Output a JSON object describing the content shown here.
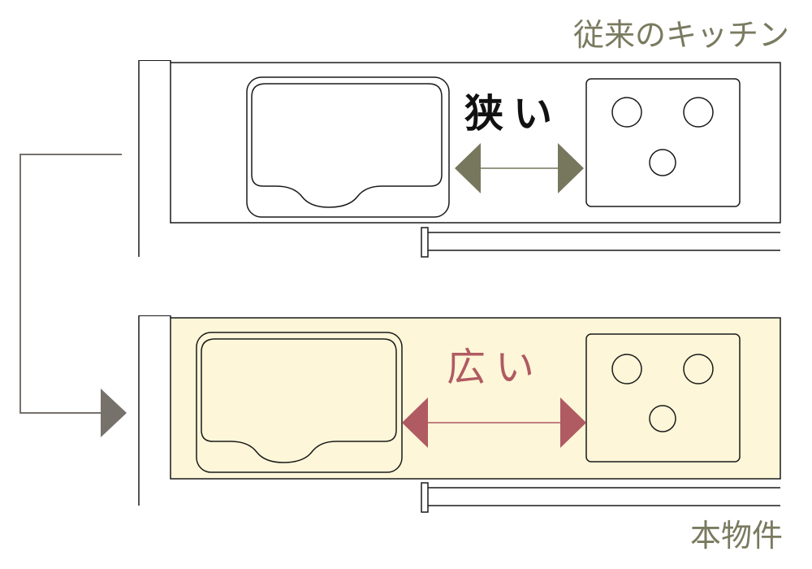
{
  "captions": {
    "conventional": "従来のキッチン",
    "this_property": "本物件"
  },
  "labels": {
    "narrow": "狭い",
    "wide": "広い"
  },
  "colors": {
    "outline": "#1a1a1a",
    "narrow_arrow": "#77775e",
    "wide_arrow": "#b05a62",
    "wide_counter_fill": "#fdf6d8",
    "flow_arrow": "#77716c",
    "caption_text": "#7a7a60"
  }
}
